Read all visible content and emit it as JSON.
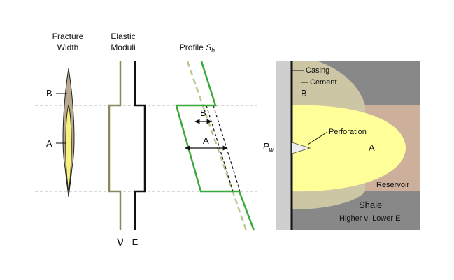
{
  "panels": {
    "fracture_width": {
      "title_line1": "Fracture",
      "title_line2": "Width",
      "label_b": "B",
      "label_a": "A"
    },
    "elastic_moduli": {
      "title_line1": "Elastic",
      "title_line2": "Moduli",
      "nu_symbol": "ν",
      "e_symbol": "E"
    },
    "profile": {
      "title": "Profile ",
      "title_symbol": "S",
      "title_subscript": "h",
      "label_b": "B",
      "label_a": "A"
    },
    "cross_section": {
      "casing": "Casing",
      "cement": "Cement",
      "region_b": "B",
      "region_a": "A",
      "perforation": "Perforation",
      "pw_symbol": "P",
      "pw_subscript": "w",
      "reservoir": "Reservoir",
      "shale": "Shale",
      "shale_note": "Higher ν, Lower E"
    }
  },
  "colors": {
    "fracture_fill": "#f7f27a",
    "fracture_outer": "#b7a98f",
    "nu_line": "#8a8a5a",
    "e_line": "#111111",
    "green": "#3aaa3a",
    "dashed_green": "#b5c98a",
    "casing": "#cfcfcf",
    "cement": "#cdc6a5",
    "reservoir": "#ccb09c",
    "shale": "#888888",
    "fracture_zone": "#ffff99"
  }
}
